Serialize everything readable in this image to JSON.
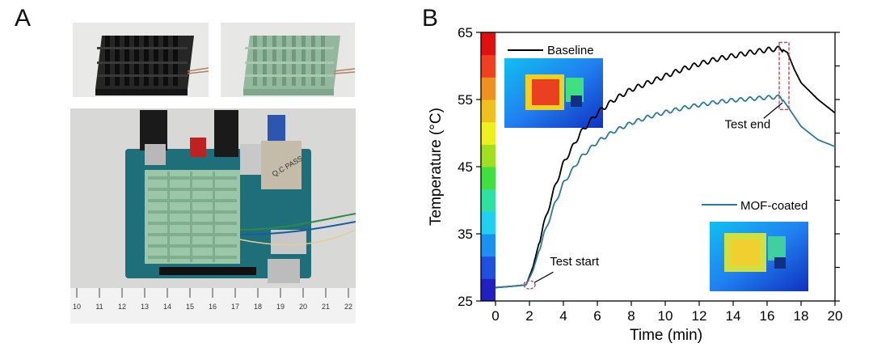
{
  "panels": {
    "a_label": "A",
    "b_label": "B"
  },
  "ruler": {
    "ticks": [
      "10",
      "11",
      "12",
      "13",
      "14",
      "15",
      "16",
      "17",
      "18",
      "19",
      "20",
      "21",
      "22"
    ]
  },
  "board_labels": {
    "pass_label": "Q.C PASS"
  },
  "colors": {
    "baseline_line": "#000000",
    "coated_line": "#2a7a9a",
    "marker": "#c04060",
    "heatsink_black": "#1c1c1c",
    "heatsink_green": "#8fb59a",
    "pcb": "#1f6f7a"
  },
  "colorbar": [
    "#2020c0",
    "#2050e0",
    "#1a90f0",
    "#20d0f0",
    "#30e0a0",
    "#40e040",
    "#a0e020",
    "#f0f020",
    "#f0c020",
    "#f09020",
    "#f04020",
    "#e01010"
  ],
  "chart_data": {
    "type": "line",
    "xlabel": "Time (min)",
    "ylabel": "Temperature (°C)",
    "xlim": [
      0,
      20
    ],
    "ylim": [
      25,
      65
    ],
    "xticks": [
      0,
      2,
      4,
      6,
      8,
      10,
      12,
      14,
      16,
      18,
      20
    ],
    "yticks": [
      25,
      35,
      45,
      55,
      65
    ],
    "series": [
      {
        "name": "Baseline",
        "x": [
          -0.7,
          0,
          1,
          1.8,
          2.2,
          2.8,
          3.5,
          4,
          5,
          6,
          7,
          8,
          9,
          10,
          11,
          12,
          13,
          14,
          15,
          16,
          16.8,
          17.2,
          17.6,
          18,
          19,
          20
        ],
        "y": [
          27,
          27,
          27.2,
          27.4,
          30,
          36,
          42,
          45.5,
          50,
          53,
          55,
          56.5,
          57.5,
          58.5,
          59.5,
          60.3,
          61,
          61.5,
          62,
          62.4,
          62.6,
          62,
          59.5,
          57.5,
          55,
          53
        ]
      },
      {
        "name": "MOF-coated",
        "x": [
          -0.7,
          0,
          1,
          1.8,
          2.2,
          2.8,
          3.5,
          4,
          5,
          6,
          7,
          8,
          9,
          10,
          11,
          12,
          13,
          14,
          15,
          16,
          16.8,
          17.2,
          17.6,
          18,
          19,
          20
        ],
        "y": [
          27,
          27,
          27.2,
          27.4,
          29.5,
          34.5,
          39.5,
          42.5,
          46.3,
          48.7,
          50.3,
          51.5,
          52.4,
          53.1,
          53.7,
          54.2,
          54.6,
          54.9,
          55.1,
          55.3,
          55.4,
          54,
          52.5,
          51,
          49,
          48
        ]
      }
    ],
    "annotations": [
      {
        "label": "Test start",
        "x": 2,
        "y": 27.5
      },
      {
        "label": "Test end",
        "x": 17,
        "y": 55
      }
    ]
  }
}
